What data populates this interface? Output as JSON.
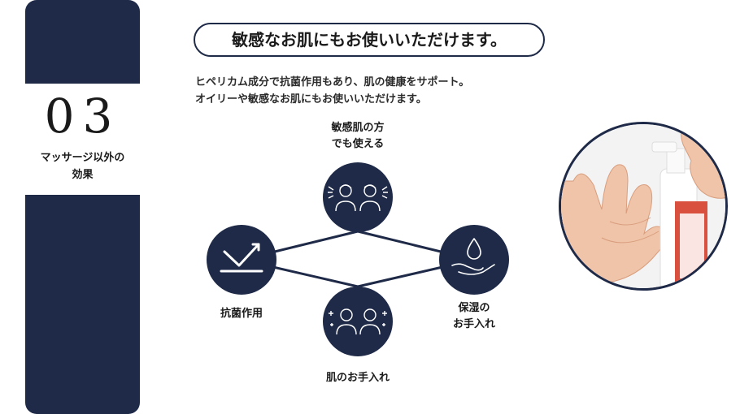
{
  "section": {
    "number": "03",
    "label_lines": [
      "マッサージ以外の",
      "効果"
    ]
  },
  "heading": "敏感なお肌にもお使いいただけます。",
  "description_lines": [
    "ヒペリカム成分で抗菌作用もあり、肌の健康をサポート。",
    "オイリーや敏感なお肌にもお使いいただけます。"
  ],
  "diagram": {
    "top": {
      "label_lines": [
        "敏感肌の方",
        "でも使える"
      ],
      "icon": "faces-icon"
    },
    "left": {
      "label": "抗菌作用",
      "icon": "antibacterial-shield-icon"
    },
    "right": {
      "label_lines": [
        "保湿の",
        "お手入れ"
      ],
      "icon": "drop-on-hand-icon"
    },
    "bottom": {
      "label": "肌のお手入れ",
      "icon": "sparkle-faces-icon"
    }
  },
  "photo": {
    "icon": "hands-with-pump-bottle"
  },
  "colors": {
    "navy": "#1e2a47",
    "text": "#2b2b2b",
    "skin": "#f0c9b0",
    "label_red": "#d9503f"
  }
}
